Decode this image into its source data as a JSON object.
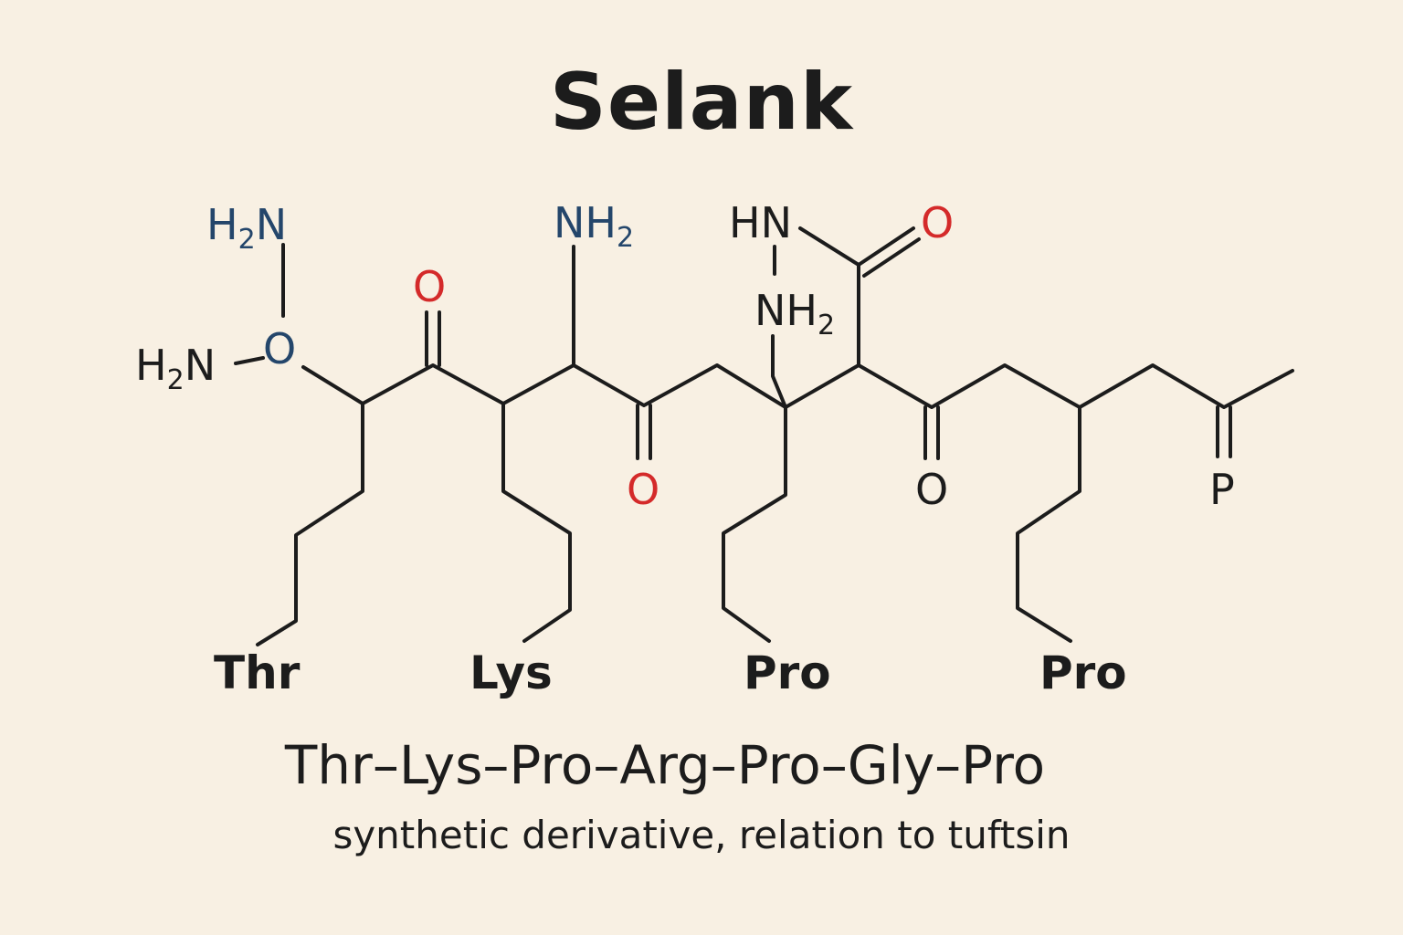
{
  "title": "Selank",
  "atoms": {
    "h2n_top": {
      "main": "H",
      "sub": "2",
      "tail": "N"
    },
    "h2n_left": {
      "main": "H",
      "sub": "2",
      "tail": "N"
    },
    "o_blue": "O",
    "o_red_1": "O",
    "nh2_mid": {
      "main": "NH",
      "sub": "2"
    },
    "o_red_2": "O",
    "hn": "HN",
    "o_red_3": "O",
    "nh2_lower": {
      "main": "NH",
      "sub": "2"
    },
    "o_black": "O",
    "p": "P"
  },
  "residues": [
    "Thr",
    "Lys",
    "Pro",
    "Pro"
  ],
  "sequence": "Thr–Lys–Pro–Arg–Pro–Gly–Pro",
  "subtitle": "synthetic derivative, relation to tuftsin",
  "colors": {
    "background": "#f8f0e3",
    "nitrogen": "#24466b",
    "oxygen": "#d42a2a",
    "bonds": "#1c1c1c"
  }
}
